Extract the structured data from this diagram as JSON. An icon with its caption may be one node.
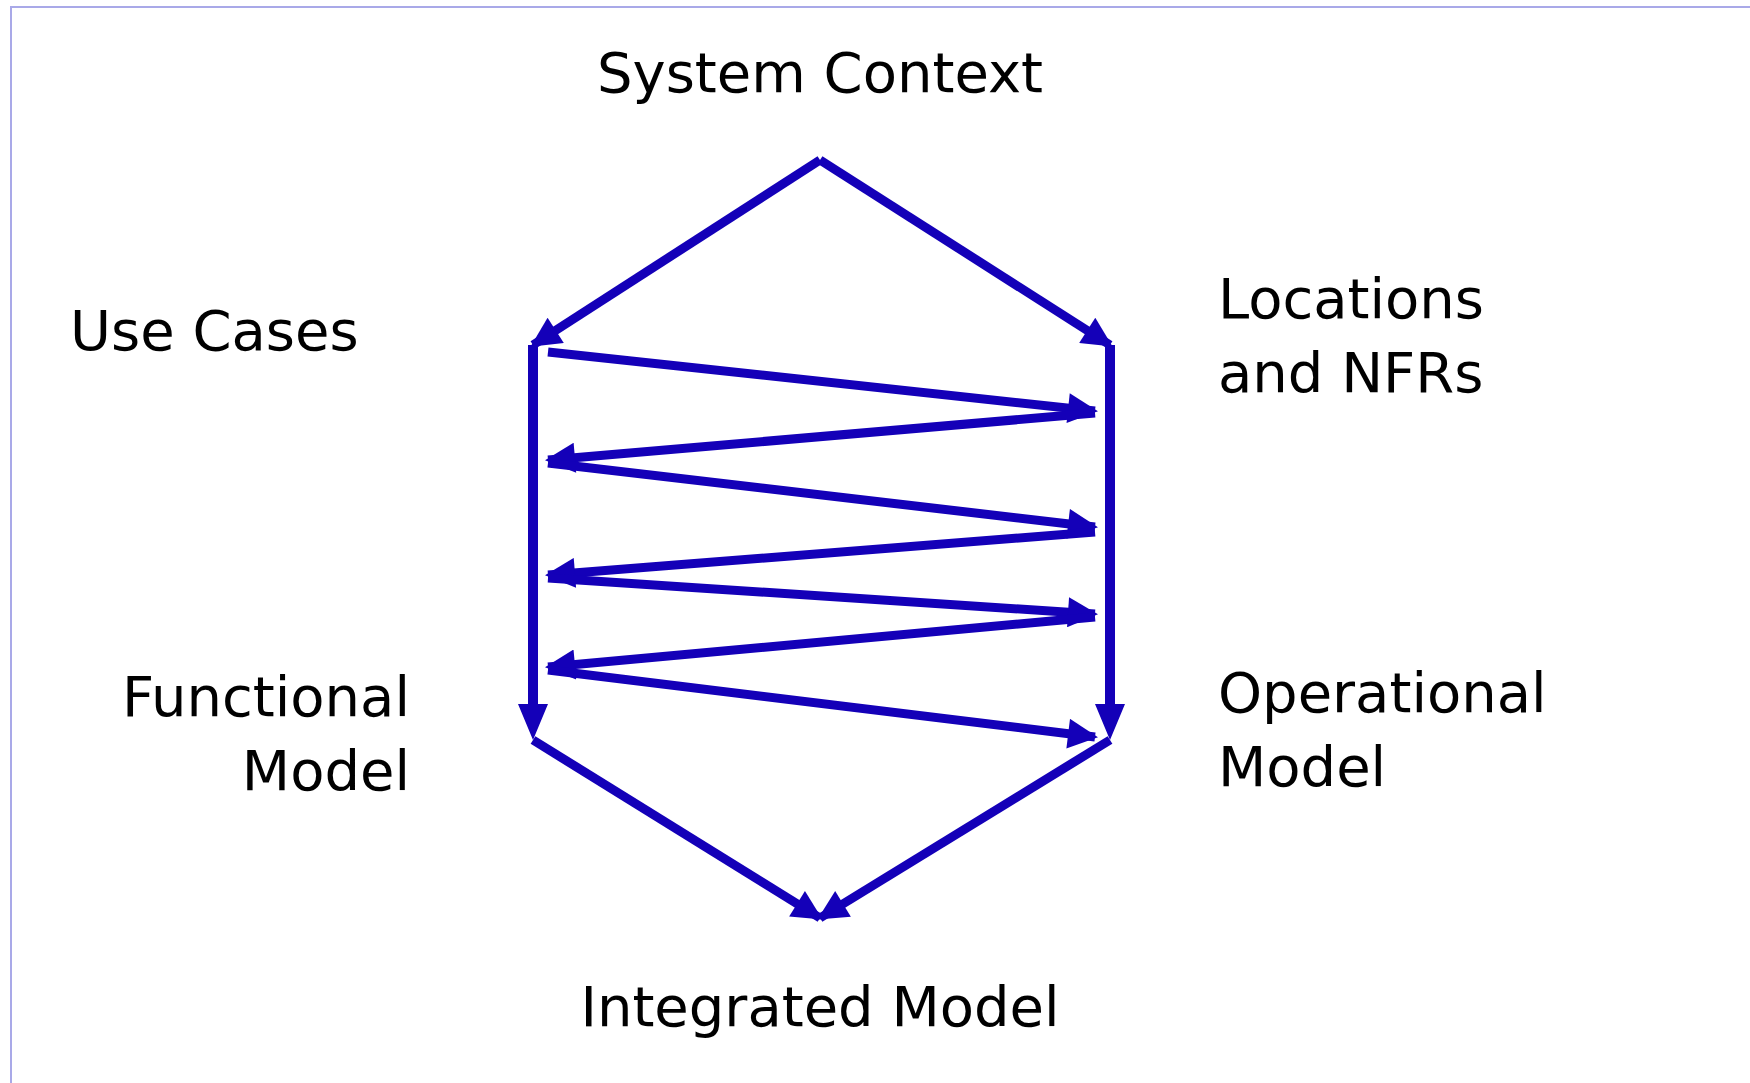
{
  "diagram": {
    "nodes": [
      {
        "text": [
          "System Context"
        ]
      },
      {
        "text": [],
        "shape": "arrow",
        "beside": [
          "Use Cases",
          "Functional Model"
        ]
      },
      {
        "text": [],
        "shape": "arrow",
        "beside": [
          "Locations and NFRs",
          "Operational Model"
        ]
      },
      {
        "text": [
          "Integrated Model"
        ]
      }
    ],
    "edges": [
      {
        "from": 0,
        "to": 1,
        "arrow": "to"
      },
      {
        "from": 0,
        "to": 2,
        "arrow": "to"
      },
      {
        "from": 1,
        "to": 2,
        "arrow": "to"
      },
      {
        "from": 2,
        "to": 1,
        "arrow": "to"
      },
      {
        "from": 1,
        "to": 2,
        "arrow": "to"
      },
      {
        "from": 2,
        "to": 1,
        "arrow": "to"
      },
      {
        "from": 1,
        "to": 2,
        "arrow": "to"
      },
      {
        "from": 2,
        "to": 1,
        "arrow": "to"
      },
      {
        "from": 1,
        "to": 2,
        "arrow": "to"
      },
      {
        "from": 1,
        "to": 3,
        "arrow": "to"
      },
      {
        "from": 2,
        "to": 3,
        "arrow": "to"
      }
    ]
  }
}
